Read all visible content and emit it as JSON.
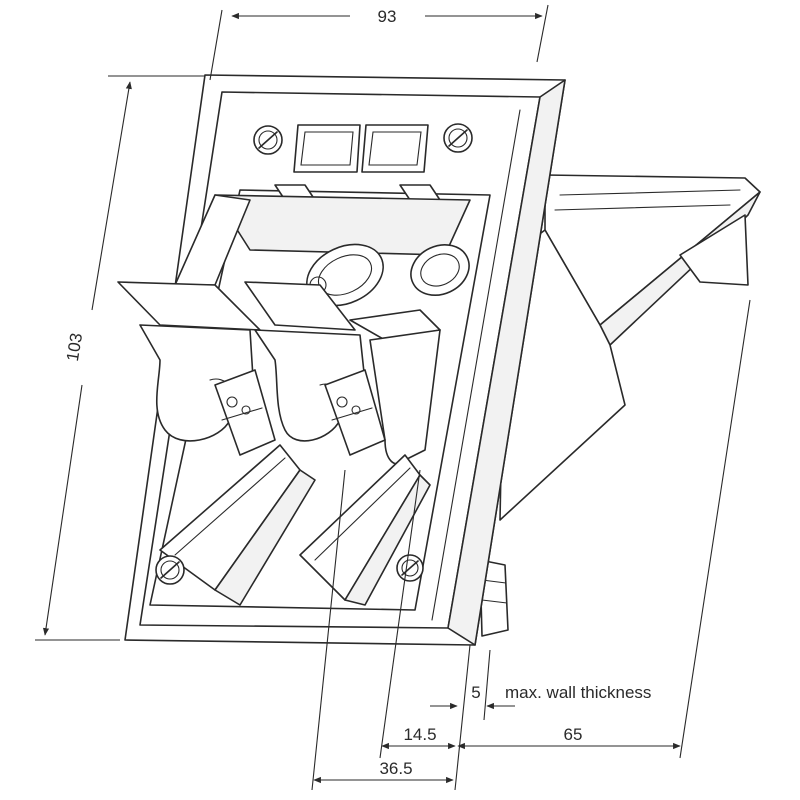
{
  "dimensions": {
    "width_top": "93",
    "height_left": "103",
    "wall_min": "5",
    "wall_label": "max. wall thickness",
    "offset_front": "14.5",
    "depth": "65",
    "offset_total": "36.5"
  },
  "colors": {
    "line": "#2a2a2a",
    "background": "#ffffff",
    "shade": "#f2f2f2"
  }
}
